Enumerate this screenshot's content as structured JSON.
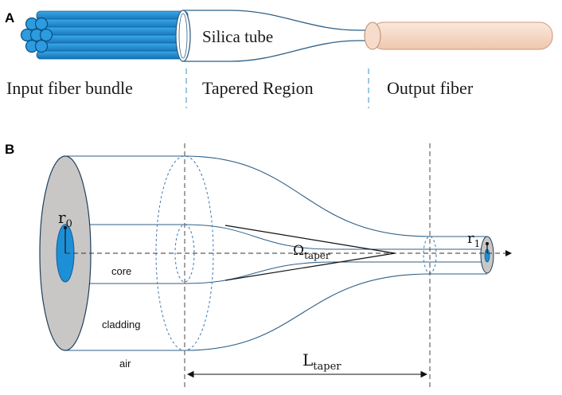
{
  "panel_a": {
    "label": "A",
    "tube_label": "Silica tube",
    "sections": [
      "Input fiber bundle",
      "Tapered Region",
      "Output fiber"
    ]
  },
  "panel_b": {
    "label": "B",
    "labels": {
      "r0_base": "r",
      "r0_sub": "0",
      "r1_base": "r",
      "r1_sub": "1",
      "omega_base": "Ω",
      "omega_sub": "taper",
      "core": "core",
      "cladding": "cladding",
      "air": "air",
      "length_base": "L",
      "length_sub": "taper"
    }
  },
  "colors": {
    "fiber_blue": "#1d8fd6",
    "fiber_blue_dark": "#0d5f99",
    "output_fiber": "#f6d9c6",
    "output_fiber_edge": "#c99a80",
    "tube_outline": "#2f5f86",
    "cladding_gray": "#c9c6c6",
    "section_divider": "#7fb5d5"
  }
}
